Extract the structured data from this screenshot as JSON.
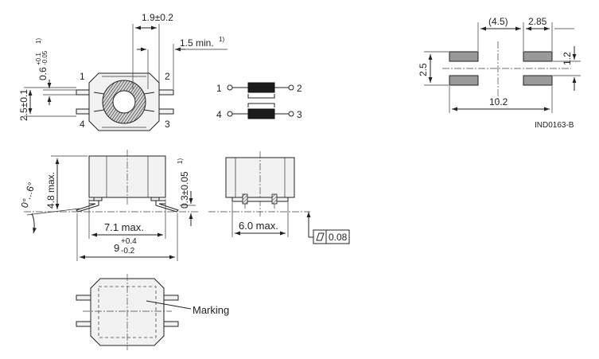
{
  "labels": {
    "dim_pitch": "1.9±0.2",
    "dim_lead_min": "1.5 min.",
    "note_1": "1)",
    "dim_lead_thk_base": "0.6",
    "dim_lead_thk_tol": "+0.1",
    "dim_lead_thk_tol2": "-0.05",
    "dim_width": "2.5±0.1",
    "pin_1": "1",
    "pin_2": "2",
    "pin_3": "3",
    "pin_4": "4",
    "dim_height": "4.8 max.",
    "dim_angle": "0°...6°",
    "dim_body_len": "7.1 max.",
    "dim_overall_base": "9",
    "dim_overall_tol_plus": "+0.4",
    "dim_overall_tol_minus": "-0.2",
    "dim_standoff": "0.3±0.05",
    "dim_side_width": "6.0 max.",
    "flatness_value": "0.08",
    "marking": "Marking",
    "pad_pitch": "(4.5)",
    "pad_len": "2.85",
    "pad_height": "2.5",
    "pad_width": "1.2",
    "pad_span": "10.2",
    "drawing_id": "IND0163-B"
  }
}
